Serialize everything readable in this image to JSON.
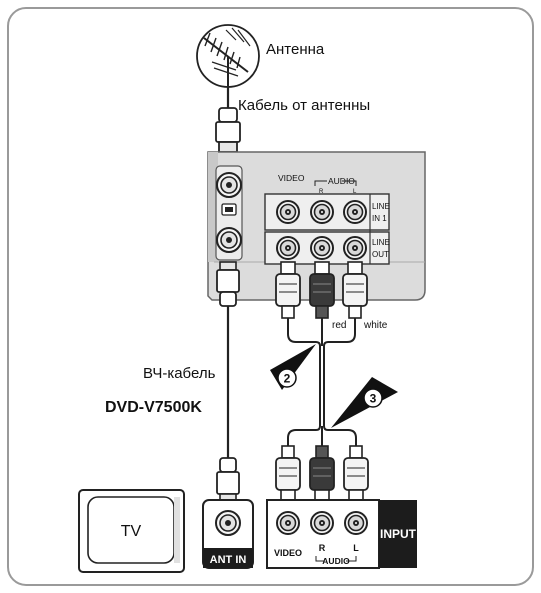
{
  "labels": {
    "antenna": "Антенна",
    "antenna_cable": "Кабель от антенны",
    "rf_cable": "ВЧ-кабель",
    "device_model": "DVD-V7500K",
    "tv": "TV",
    "ant_in": "ANT IN",
    "input": "INPUT",
    "video_bottom": "VIDEO",
    "r_bottom": "R",
    "l_bottom": "L",
    "audio_bottom": "AUDIO",
    "video_top": "VIDEO",
    "audio_top": "AUDIO",
    "r_top": "R",
    "l_top": "L",
    "line_in": "LINE",
    "line_in_num": "IN 1",
    "line_out": "LINE",
    "line_out_sub": "OUT",
    "red": "red",
    "white": "white"
  },
  "steps": [
    "2",
    "3"
  ],
  "colors": {
    "panel": "#dcdcdc",
    "panel_dark": "#bcbcbc",
    "frame": "#9a9a9a",
    "dark": "#222222",
    "plug_white": "#f4f4f4",
    "plug_black": "#3a3a3a"
  }
}
